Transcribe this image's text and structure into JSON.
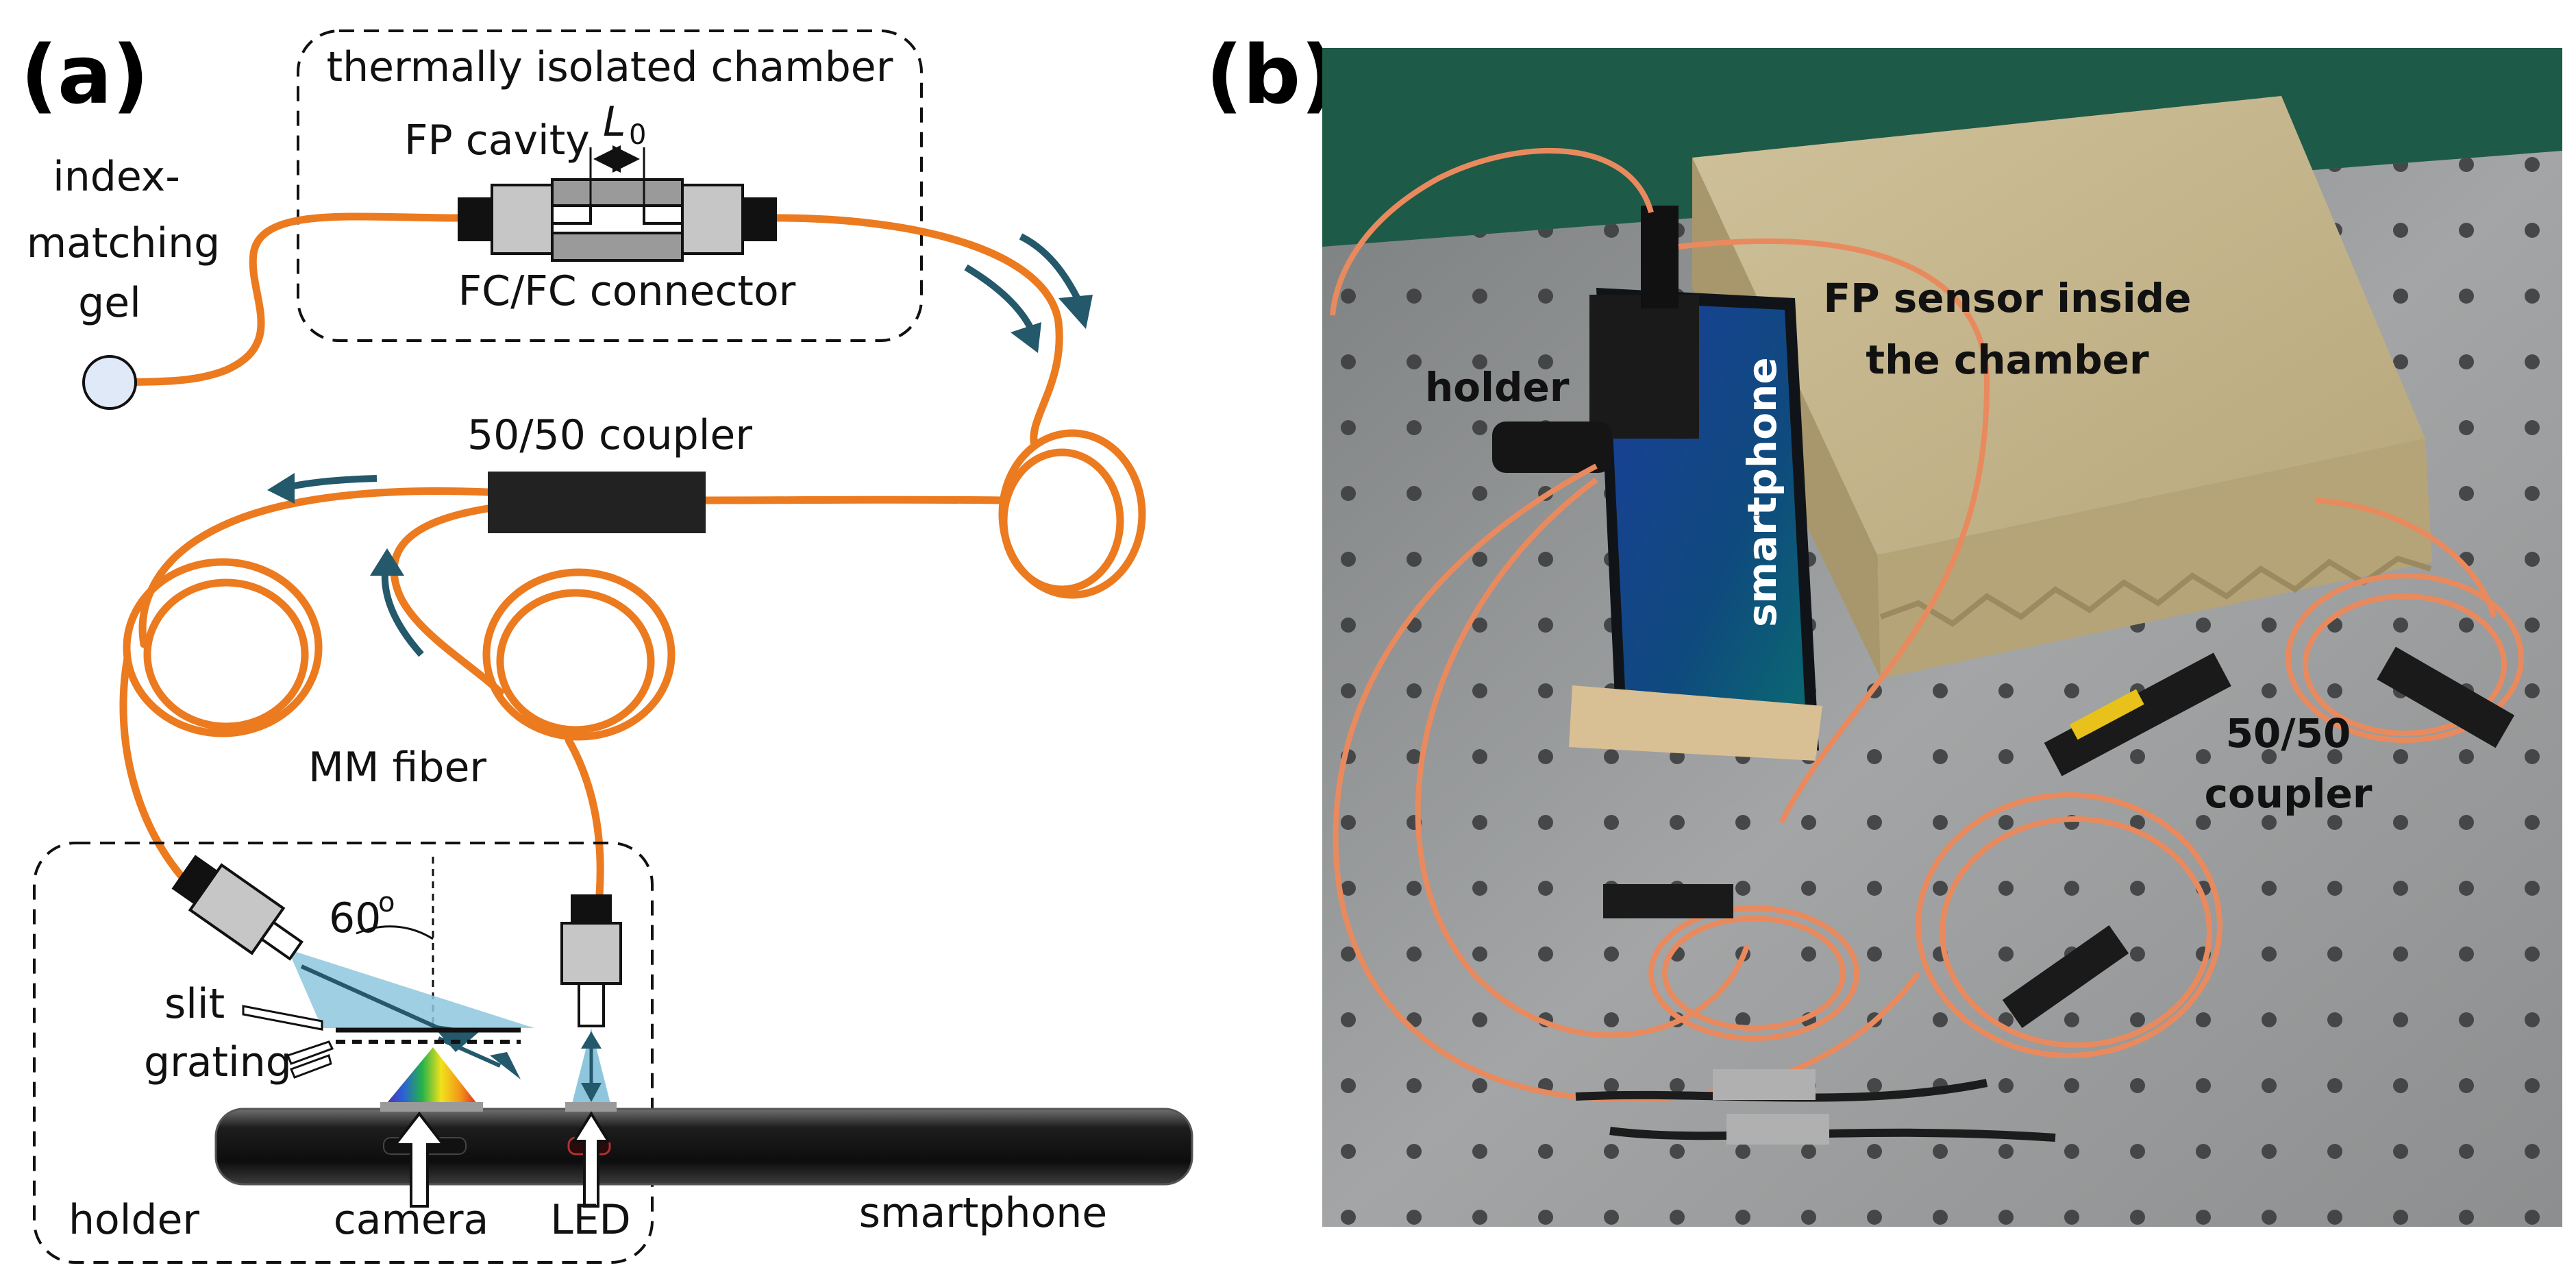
{
  "panels": {
    "a": {
      "label": "(a)",
      "chamber_label": "thermally isolated chamber",
      "fp_cavity": "FP cavity",
      "cavity_length_symbol": "L",
      "cavity_length_subscript": "0",
      "connector": "FC/FC connector",
      "gel_line1": "index-",
      "gel_line2": "matching",
      "gel_line3": "gel",
      "coupler": "50/50 coupler",
      "fiber": "MM fiber",
      "angle": "60",
      "angle_unit": "o",
      "slit": "slit",
      "grating": "grating",
      "holder": "holder",
      "camera": "camera",
      "led": "LED",
      "smartphone": "smartphone"
    },
    "b": {
      "label": "(b)",
      "holder": "holder",
      "smartphone": "smartphone",
      "sensor_line1": "FP sensor inside",
      "sensor_line2": "the chamber",
      "coupler_line1": "50/50",
      "coupler_line2": "coupler"
    }
  },
  "colors": {
    "fiber": "#ec7a1f",
    "arrow": "#24586b",
    "beam": "#8ec7dd",
    "connector_gray": "#c6c6c6",
    "photo_table": "#8f9192",
    "photo_box": "#c4b48a",
    "photo_fiber": "#e98a5e"
  }
}
